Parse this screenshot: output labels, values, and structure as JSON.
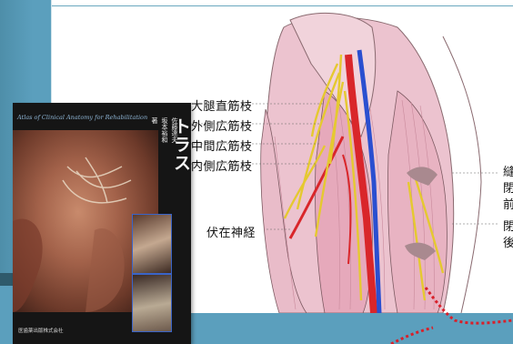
{
  "illustration": {
    "labels": [
      "大腿直筋枝",
      "外側広筋枝",
      "中間広筋枝",
      "内側広筋枝",
      "伏在神経"
    ],
    "right_labels": [
      "縫",
      "閉",
      "前",
      "閉",
      "後"
    ]
  },
  "book": {
    "subtitle": "Atlas of Clinical Anatomy for Rehabilitation",
    "author1": "佐藤達夫",
    "author2": "坂本裕和",
    "author_suffix": "著",
    "title": "リハビリテーション解剖アトラス",
    "publisher": "医歯薬出版株式会社"
  },
  "colors": {
    "background": "#5b9fbd",
    "nerve": "#e5c930",
    "artery": "#d9262a",
    "vein": "#2a4fd0",
    "muscle": "#e8b9c8",
    "dotted_line": "#d8202a"
  }
}
